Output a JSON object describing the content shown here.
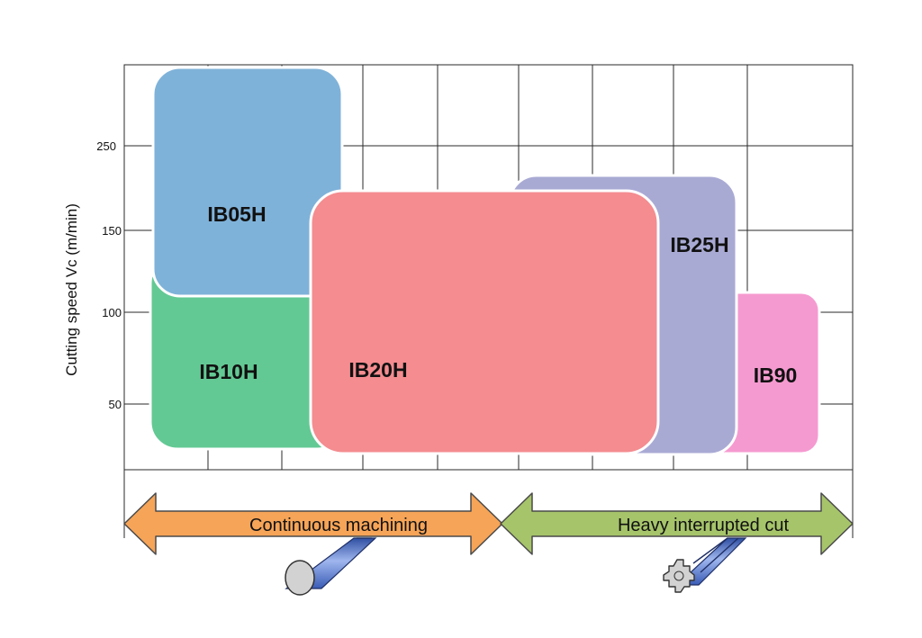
{
  "axis": {
    "y_label": "Cutting speed Vc (m/min)",
    "y_ticks": [
      "250",
      "150",
      "100",
      "50"
    ]
  },
  "grades": [
    {
      "name": "IB05H",
      "color": "#7fb2d9"
    },
    {
      "name": "IB10H",
      "color": "#63c994"
    },
    {
      "name": "IB25H",
      "color": "#a9aad4"
    },
    {
      "name": "IB90",
      "color": "#f59ad0"
    },
    {
      "name": "IB20H",
      "color": "#f48c90"
    }
  ],
  "arrows": {
    "continuous": {
      "label": "Continuous machining",
      "color": "#f6a457",
      "icon": "round-bar-icon"
    },
    "interrupted": {
      "label": "Heavy interrupted cut",
      "color": "#a6c46a",
      "icon": "grooved-bar-icon"
    }
  }
}
